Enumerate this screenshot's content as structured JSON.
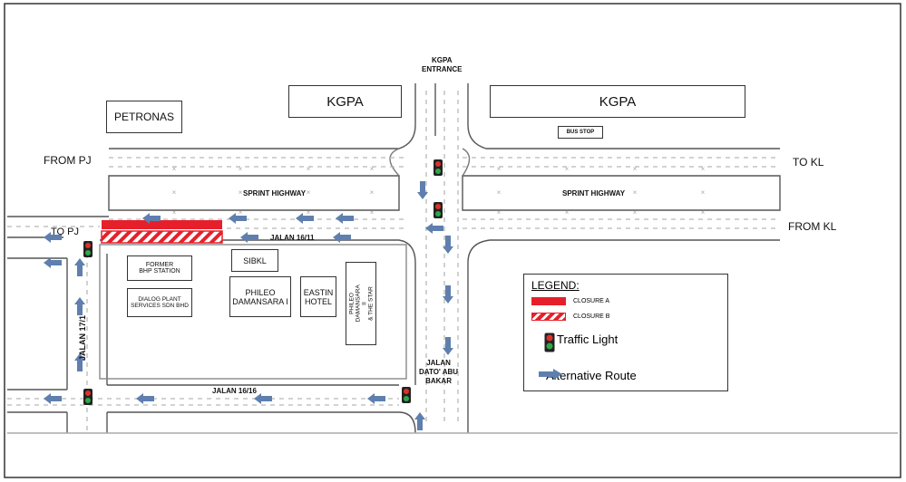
{
  "colors": {
    "closure": "#e6202b",
    "arrow": "#5f7fae",
    "road_line": "#666666",
    "lane_mark": "#bdbdbd",
    "light_red": "#e0302a",
    "light_green": "#2fa84a"
  },
  "buildings": {
    "kgpa_left": "KGPA",
    "kgpa_right": "KGPA",
    "petronas": "PETRONAS",
    "bus_stop": "BUS STOP",
    "former_bhp": "FORMER\nBHP STATION",
    "dialog": "DIALOG PLANT\nSERVICES SDN BHD",
    "sibkl": "SIBKL",
    "phileo1": "PHILEO\nDAMANSARA I",
    "eastin": "EASTIN\nHOTEL",
    "phileo2": "PHILEO DAMANSARA II\n& THE STAR"
  },
  "roads": {
    "kgpa_entrance": "KGPA\nENTRANCE",
    "from_pj": "FROM PJ",
    "to_kl": "TO KL",
    "from_kl": "FROM KL",
    "to_pj": "TO PJ",
    "sprint_left": "SPRINT HIGHWAY",
    "sprint_right": "SPRINT HIGHWAY",
    "jalan_16_11": "JALAN 16/11",
    "jalan_17_1": "JALAN 17/1",
    "jalan_16_16": "JALAN 16/16",
    "jalan_dato": "JALAN\nDATO' ABU\nBAKAR"
  },
  "legend": {
    "title": "LEGEND:",
    "closure_a": "CLOSURE A",
    "closure_b": "CLOSURE B",
    "traffic_light": "Traffic Light",
    "alt_route": "Alternative Route"
  },
  "icons": {
    "traffic_light": "traffic-light-icon",
    "arrow": "route-arrow-icon"
  }
}
